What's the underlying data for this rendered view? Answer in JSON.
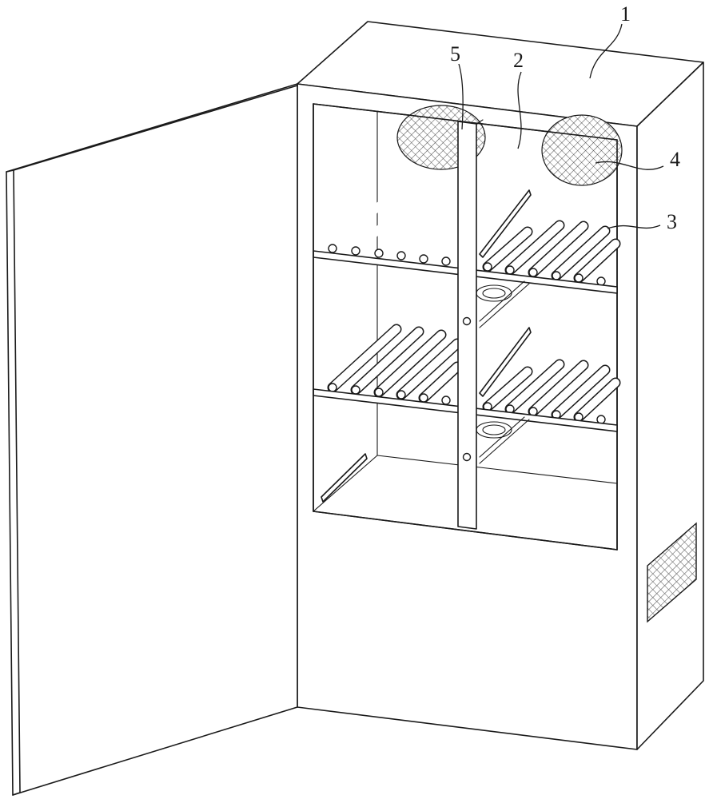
{
  "labels": {
    "housing": "1",
    "chamber": "2",
    "drying_rack": "3",
    "mesh_vent": "4",
    "divider_post": "5"
  }
}
